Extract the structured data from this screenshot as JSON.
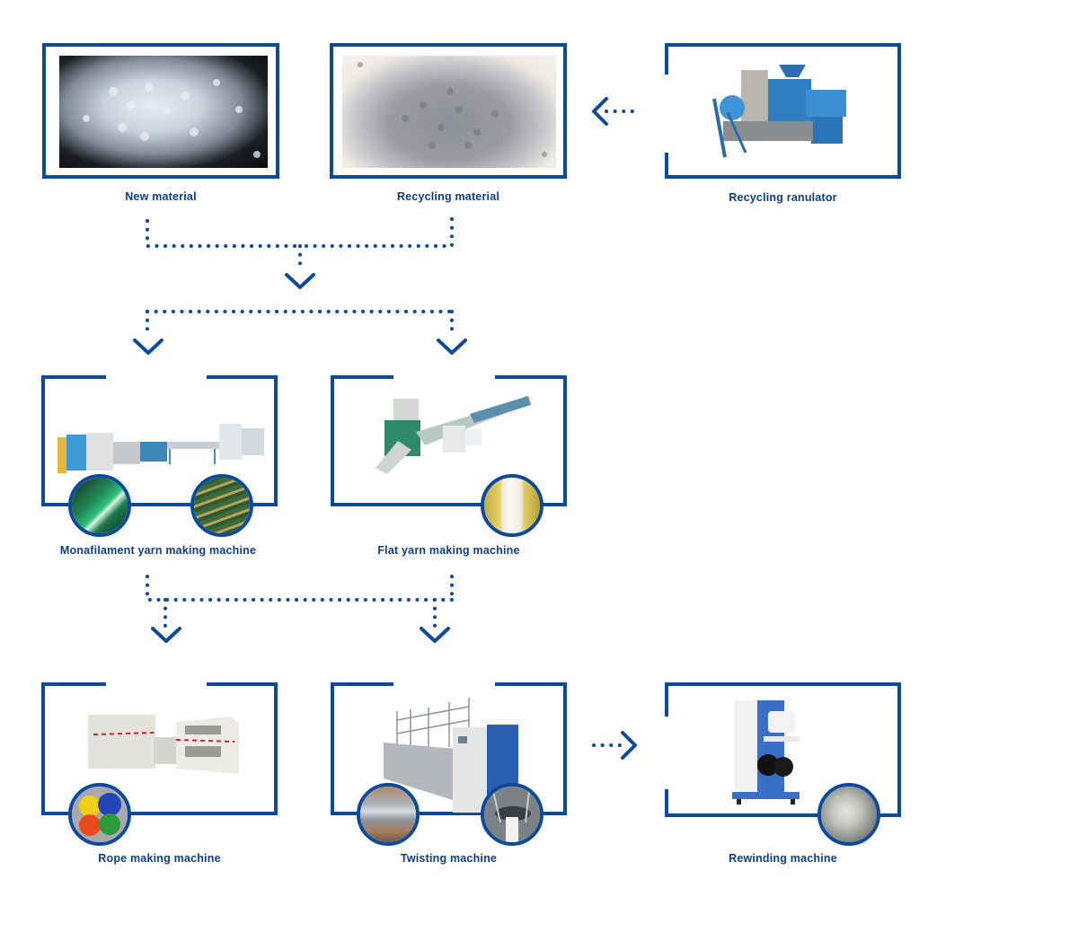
{
  "diagram_title": "",
  "colors": {
    "primary": "#0d4a9a",
    "label": "#0d3f86",
    "background": "#ffffff"
  },
  "nodes": {
    "new_material": {
      "label": "New material",
      "image": "white-pellets-photo"
    },
    "recycling_material": {
      "label": "Recycling material",
      "image": "grey-pellets-photo"
    },
    "recycling_granulator": {
      "label": "Recycling ranulator",
      "image": "blue-granulator-machine-photo"
    },
    "monofilament": {
      "label": "Monafilament yarn making machine",
      "image": "extrusion-line-photo",
      "insets": [
        "green-filament-inset",
        "spool-rack-inset"
      ]
    },
    "flat_yarn": {
      "label": "Flat yarn making machine",
      "image": "flat-yarn-line-photo",
      "insets": [
        "yarn-bobbins-inset"
      ]
    },
    "rope": {
      "label": "Rope making machine",
      "image": "rope-machine-photo",
      "insets": [
        "colored-rope-coils-inset"
      ]
    },
    "twisting": {
      "label": "Twisting machine",
      "image": "twisting-machine-photo",
      "insets": [
        "twisting-detail-inset",
        "spindle-inset"
      ]
    },
    "rewinding": {
      "label": "Rewinding machine",
      "image": "rewinding-machine-photo",
      "insets": [
        "yarn-roll-inset"
      ]
    }
  },
  "edges": [
    {
      "from": "recycling_granulator",
      "to": "recycling_material",
      "style": "dotted-arrow-left"
    },
    {
      "from": "new_material",
      "to": "merge",
      "style": "dotted"
    },
    {
      "from": "recycling_material",
      "to": "merge",
      "style": "dotted"
    },
    {
      "from": "merge",
      "to": "monofilament",
      "style": "dotted-arrow-down"
    },
    {
      "from": "merge",
      "to": "flat_yarn",
      "style": "dotted-arrow-down"
    },
    {
      "from": "monofilament",
      "to": "rope",
      "style": "dotted-arrow-down"
    },
    {
      "from": "flat_yarn",
      "to": "twisting",
      "style": "dotted-arrow-down"
    },
    {
      "from": "twisting",
      "to": "rewinding",
      "style": "dotted-arrow-right"
    }
  ]
}
